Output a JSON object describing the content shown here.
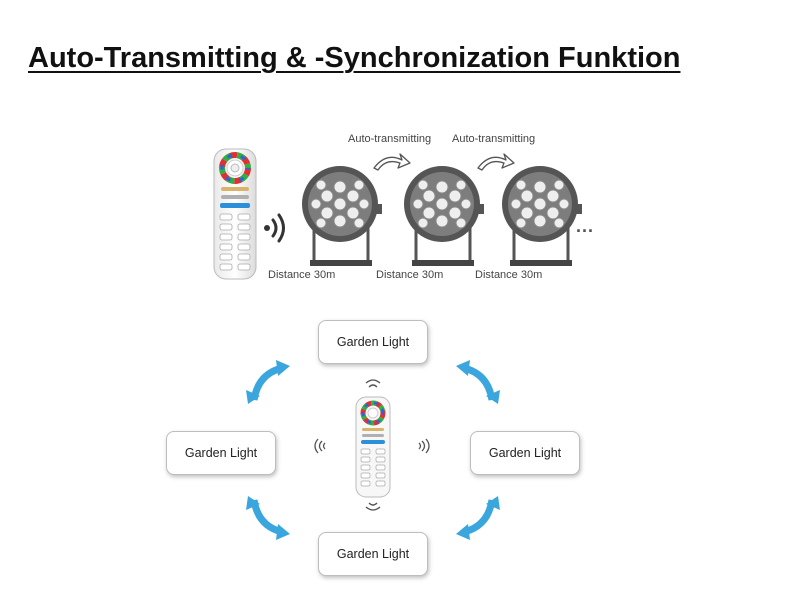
{
  "title": "Auto-Transmitting & -Synchronization Funktion",
  "top_diagram": {
    "auto_labels": [
      "Auto-transmitting",
      "Auto-transmitting"
    ],
    "distance_labels": [
      "Distance 30m",
      "Distance 30m",
      "Distance 30m"
    ],
    "continuation": "..."
  },
  "bottom_diagram": {
    "nodes": {
      "top": "Garden Light",
      "left": "Garden Light",
      "right": "Garden Light",
      "bottom": "Garden Light"
    }
  },
  "colors": {
    "arrow": "#3aa6dd",
    "arrow_dark": "#1f7fb5",
    "floodlight": "#6d6d6d"
  },
  "icons": [
    "remote-control-icon",
    "signal-wave-icon",
    "floodlight-icon",
    "curved-arrow-icon",
    "double-arrow-icon"
  ]
}
